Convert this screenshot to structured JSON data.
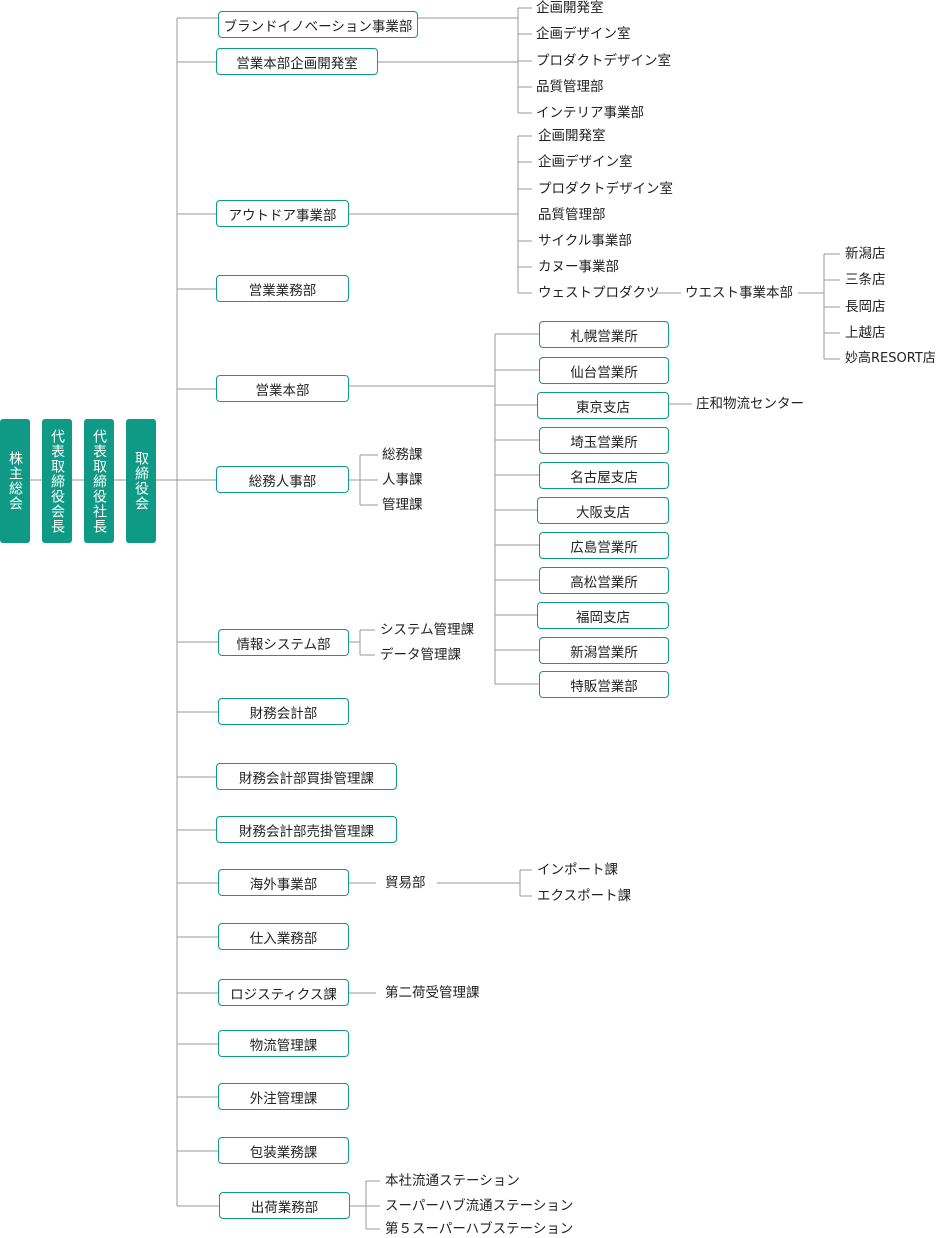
{
  "executives": [
    "株主総会",
    "代表取締役会長",
    "代表取締役社長",
    "取締役会"
  ],
  "brand_innovation": {
    "name": "ブランドイノベーション事業部",
    "sales_planning": "営業本部企画開発室",
    "sub": [
      "企画開発室",
      "企画デザイン室",
      "プロダクトデザイン室",
      "品質管理部",
      "インテリア事業部"
    ]
  },
  "outdoor": {
    "name": "アウトドア事業部",
    "sub": [
      "企画開発室",
      "企画デザイン室",
      "プロダクトデザイン室",
      "品質管理部",
      "サイクル事業部",
      "カヌー事業部",
      "ウェストプロダクツ"
    ],
    "west_hq": "ウエスト事業本部",
    "stores": [
      "新潟店",
      "三条店",
      "長岡店",
      "上越店",
      "妙高RESORT店"
    ]
  },
  "sales_affairs": "営業業務部",
  "sales_hq": {
    "name": "営業本部",
    "offices": [
      "札幌営業所",
      "仙台営業所",
      "東京支店",
      "埼玉営業所",
      "名古屋支店",
      "大阪支店",
      "広島営業所",
      "高松営業所",
      "福岡支店",
      "新潟営業所",
      "特販営業部"
    ],
    "tokyo_sub": "庄和物流センター"
  },
  "general_hr": {
    "name": "総務人事部",
    "sub": [
      "総務課",
      "人事課",
      "管理課"
    ]
  },
  "info_sys": {
    "name": "情報システム部",
    "sub": [
      "システム管理課",
      "データ管理課"
    ]
  },
  "finance": "財務会計部",
  "finance_payable": "財務会計部買掛管理課",
  "finance_receivable": "財務会計部売掛管理課",
  "overseas": {
    "name": "海外事業部",
    "trade": "貿易部",
    "sub": [
      "インポート課",
      "エクスポート課"
    ]
  },
  "purchasing": "仕入業務部",
  "logistics": {
    "name": "ロジスティクス課",
    "sub": "第二荷受管理課"
  },
  "distribution_mgmt": "物流管理課",
  "outsourcing_mgmt": "外注管理課",
  "packaging": "包装業務課",
  "shipping": {
    "name": "出荷業務部",
    "sub": [
      "本社流通ステーション",
      "スーパーハブ流通ステーション",
      "第５スーパーハブステーション"
    ]
  }
}
